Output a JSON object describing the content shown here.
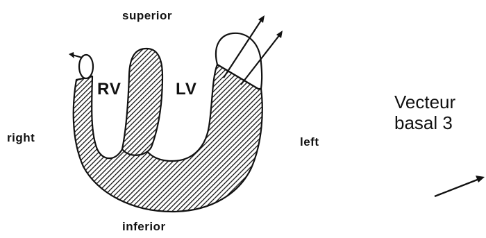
{
  "labels": {
    "superior": "superior",
    "inferior": "inferior",
    "right": "right",
    "left": "left",
    "rv": "RV",
    "lv": "LV"
  },
  "vector_caption": {
    "line1": "Vecteur",
    "line2": "basal 3"
  },
  "colors": {
    "ink": "#111111",
    "background": "#ffffff"
  }
}
